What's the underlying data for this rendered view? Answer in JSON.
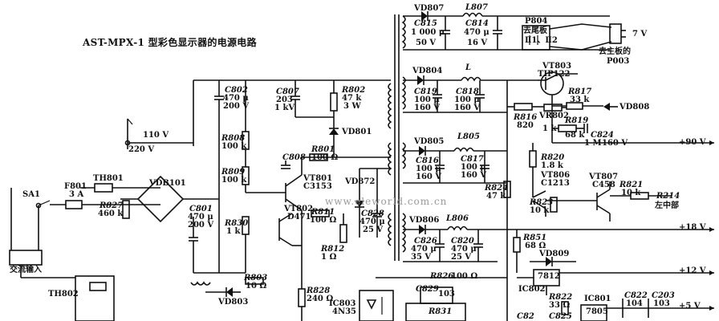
{
  "title": "AST-MPX-1 型彩色显示器的电源电路",
  "watermark": "www.eleworld.com.cn",
  "rails": {
    "v90": "+90 V",
    "v18": "+18 V",
    "v12": "+12 V",
    "v5": "+5 V"
  },
  "labels": {
    "vd807": "VD807",
    "l807": "L807",
    "c815_name": "C815",
    "c815_val": "1 000 μ",
    "c815_v": "50 V",
    "c814_name": "C814",
    "c814_val": "470 μ",
    "c814_v": "16 V",
    "p804": "P804",
    "p804_a": "去尾板",
    "p804_b": "Ⅱ1、Ⅱ2",
    "v7": "7 V",
    "to_main": "去主板的",
    "p003": "P003",
    "vd804": "VD804",
    "l_simple": "L",
    "c819_name": "C819",
    "c819_val": "100 μ",
    "c819_v": "160 V",
    "c818_name": "C818",
    "c818_val": "100 μ",
    "c818_v": "160 V",
    "vt803": "VT803",
    "tip122": "TIP122",
    "r817": "R817",
    "r817_val": "33 k",
    "vd808": "VD808",
    "r816": "R816",
    "r816_val": "820",
    "vr802": "VR802",
    "r819": "R819",
    "r819_val": "68 k",
    "r819_sym": "1 k",
    "c824_name": "C824",
    "c824_val": "1 M",
    "c824_v": "160 V",
    "vd805": "VD805",
    "l805": "L805",
    "c816_name": "C816",
    "c816_val": "100 μ",
    "c816_v": "160 V",
    "c817_name": "C817",
    "c817_val": "100 μ",
    "c817_v": "160 V",
    "r820": "R820",
    "r820_val": "1.8 k",
    "r824": "R824",
    "r824_val": "47 k",
    "vt806": "VT806",
    "c1213": "C1213",
    "vt807": "VT807",
    "c458": "C458",
    "r821": "R821",
    "r821_val": "10 k",
    "r214": "R214",
    "r214_b": "左中部",
    "r823": "R823",
    "r823_val": "10 k",
    "vd806": "VD806",
    "l806": "L806",
    "c826_name": "C826",
    "c826_val": "470 μ",
    "c826_v": "35 V",
    "c820_name": "C820",
    "c820_val": "470 μ",
    "c820_v": "25 V",
    "r851": "R851",
    "r851_val": "68 Ω",
    "vd809": "VD809",
    "ic7812": "7812",
    "ic802": "IC802",
    "r826": "R826",
    "r826_val": "100 Ω",
    "c829_name": "C829",
    "c829_val": "103",
    "r831": "R831",
    "r822": "R822",
    "r822_val": "33 Ω",
    "ic801": "IC801",
    "ic7805": "7805",
    "c822_name": "C822",
    "c822_val": "104",
    "c203_name": "C203",
    "c203_val": "103",
    "c825": "C825",
    "c82": "C82",
    "ic803": "IC803",
    "ic803_val": "4N35",
    "c802_name": "C802",
    "c802_val": "470 μ",
    "c802_v": "200 V",
    "c807_name": "C807",
    "c807_val": "203",
    "c807_v": "1 kV",
    "r802": "R802",
    "r802_val": "47 k",
    "r802_w": "3 W",
    "vd801": "VD801",
    "v110": "110 V",
    "v220": "220 V",
    "r808": "R808",
    "r808_val": "100 k",
    "r809": "R809",
    "r809_val": "100 k",
    "c808": "C808",
    "r801": "R801",
    "r801_val": "100 Ω",
    "vt801": "VT801",
    "c3153": "C3153",
    "vt802": "VT802",
    "d471": "D471",
    "vd872": "VD872",
    "c828_name": "C828",
    "c828_val": "470 μ",
    "c828_v": "25 V",
    "r811": "R811",
    "r811_val": "100 Ω",
    "r812": "R812",
    "r812_val": "1 Ω",
    "th801": "TH801",
    "vdb101": "VDB101",
    "sa1": "SA1",
    "f801": "F801",
    "f801_val": "3 A",
    "r827": "R827",
    "r827_val": "460 k",
    "c801_name": "C801",
    "c801_val": "470 μ",
    "c801_v": "200 V",
    "r830": "R830",
    "r830_val": "1 k",
    "r803": "R803",
    "r803_val": "10 Ω",
    "vd803": "VD803",
    "r828": "R828",
    "r828_val": "240 Ω",
    "ac_input": "交流输入",
    "th802": "TH802"
  }
}
